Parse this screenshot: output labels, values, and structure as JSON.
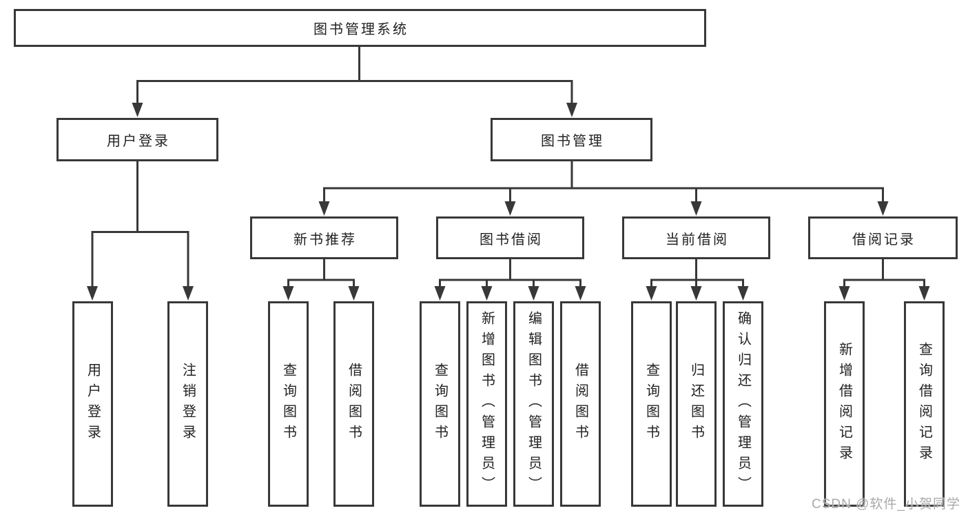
{
  "diagram": {
    "root": {
      "label": "图书管理系统",
      "children": [
        {
          "label": "用户登录",
          "children": [
            {
              "label": "用户登录"
            },
            {
              "label": "注销登录"
            }
          ]
        },
        {
          "label": "图书管理",
          "children": [
            {
              "label": "新书推荐",
              "children": [
                {
                  "label": "查询图书"
                },
                {
                  "label": "借阅图书"
                }
              ]
            },
            {
              "label": "图书借阅",
              "children": [
                {
                  "label": "查询图书"
                },
                {
                  "label": "新增图书（管理员）"
                },
                {
                  "label": "编辑图书（管理员）"
                },
                {
                  "label": "借阅图书"
                }
              ]
            },
            {
              "label": "当前借阅",
              "children": [
                {
                  "label": "查询图书"
                },
                {
                  "label": "归还图书"
                },
                {
                  "label": "确认归还（管理员）"
                }
              ]
            },
            {
              "label": "借阅记录",
              "children": [
                {
                  "label": "新增借阅记录"
                },
                {
                  "label": "查询借阅记录"
                }
              ]
            }
          ]
        }
      ]
    },
    "watermark": "CSDN @软件_小贺同学",
    "colors": {
      "line": "#383838",
      "box_border": "#383838",
      "text": "#222222",
      "watermark": "#a9a9a9",
      "background": "#ffffff"
    }
  }
}
